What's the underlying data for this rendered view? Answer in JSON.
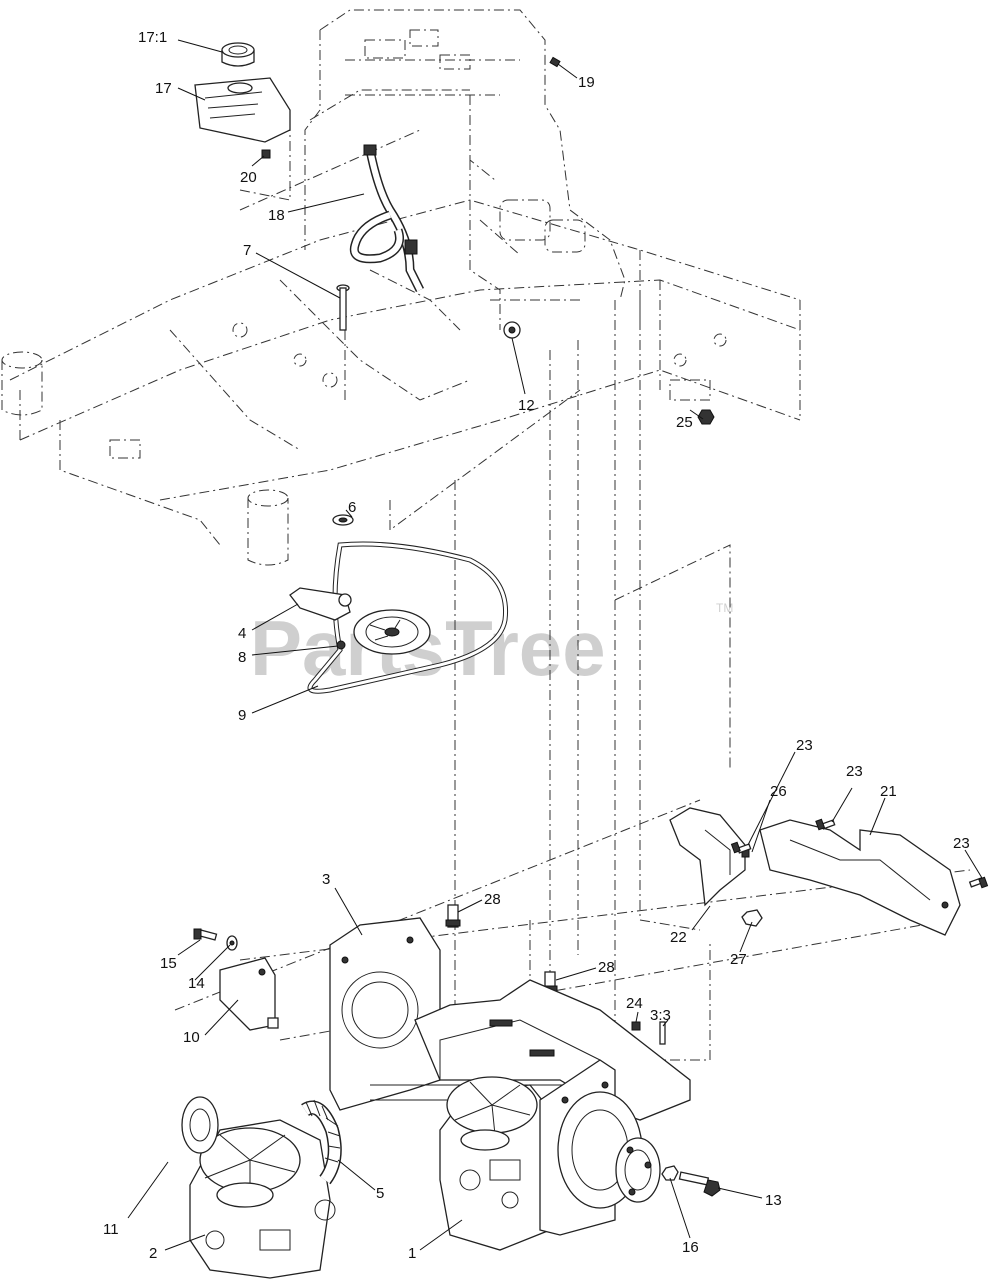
{
  "watermark": {
    "text": "PartsTree",
    "trademark": "TM"
  },
  "callouts": [
    {
      "id": "c-17-1",
      "text": "17:1"
    },
    {
      "id": "c-17",
      "text": "17"
    },
    {
      "id": "c-19",
      "text": "19"
    },
    {
      "id": "c-20",
      "text": "20"
    },
    {
      "id": "c-18",
      "text": "18"
    },
    {
      "id": "c-7",
      "text": "7"
    },
    {
      "id": "c-12",
      "text": "12"
    },
    {
      "id": "c-25",
      "text": "25"
    },
    {
      "id": "c-6",
      "text": "6"
    },
    {
      "id": "c-4",
      "text": "4"
    },
    {
      "id": "c-8",
      "text": "8"
    },
    {
      "id": "c-9",
      "text": "9"
    },
    {
      "id": "c-23a",
      "text": "23"
    },
    {
      "id": "c-23b",
      "text": "23"
    },
    {
      "id": "c-26",
      "text": "26"
    },
    {
      "id": "c-21",
      "text": "21"
    },
    {
      "id": "c-23c",
      "text": "23"
    },
    {
      "id": "c-3",
      "text": "3"
    },
    {
      "id": "c-28a",
      "text": "28"
    },
    {
      "id": "c-22",
      "text": "22"
    },
    {
      "id": "c-27",
      "text": "27"
    },
    {
      "id": "c-15",
      "text": "15"
    },
    {
      "id": "c-14",
      "text": "14"
    },
    {
      "id": "c-28b",
      "text": "28"
    },
    {
      "id": "c-24",
      "text": "24"
    },
    {
      "id": "c-3-3",
      "text": "3:3"
    },
    {
      "id": "c-10",
      "text": "10"
    },
    {
      "id": "c-5",
      "text": "5"
    },
    {
      "id": "c-13",
      "text": "13"
    },
    {
      "id": "c-11",
      "text": "11"
    },
    {
      "id": "c-2",
      "text": "2"
    },
    {
      "id": "c-1",
      "text": "1"
    },
    {
      "id": "c-16",
      "text": "16"
    }
  ]
}
